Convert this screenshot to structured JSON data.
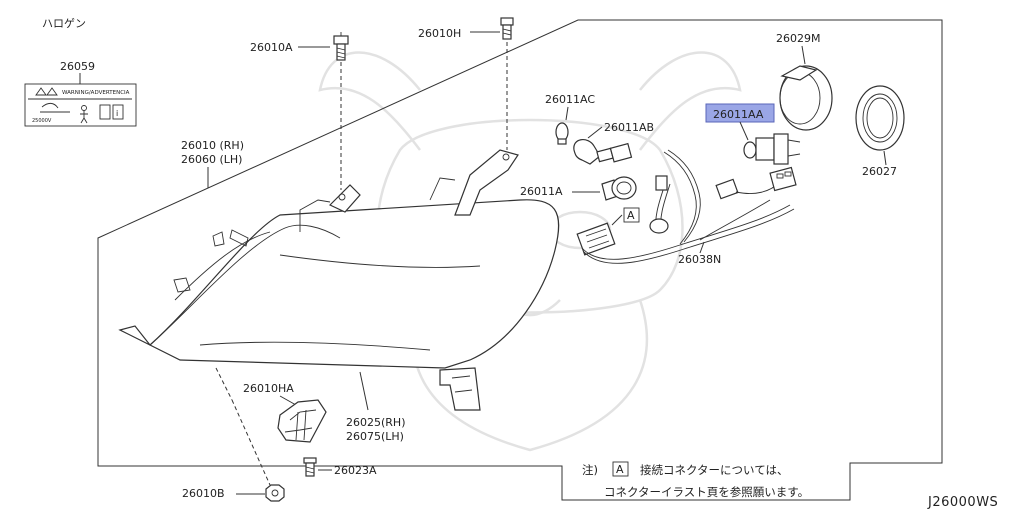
{
  "colors": {
    "highlight_fill": "#9aa6e6",
    "highlight_border": "#5a66b8",
    "line": "#333333",
    "watermark": "#e2e2e2"
  },
  "header": {
    "variant_label": "ハロゲン"
  },
  "labels": {
    "p26010A": "26010A",
    "p26010H": "26010H",
    "p26059": "26059",
    "p26010": "26010 (RH)",
    "p26060": "26060 (LH)",
    "p26011AC": "26011AC",
    "p26011AB": "26011AB",
    "p26011A": "26011A",
    "p26011AA": "26011AA",
    "p26029M": "26029M",
    "p26027": "26027",
    "p26038N": "26038N",
    "p26010HA": "26010HA",
    "p26025": "26025(RH)",
    "p26075": "26075(LH)",
    "p26023A": "26023A",
    "p26010B": "26010B"
  },
  "warning_label": {
    "heading": "WARNING/ADVERTENCIA",
    "voltage": "25000V"
  },
  "connector_marker": "A",
  "note": {
    "prefix": "注)",
    "marker": "A",
    "line1": "接続コネクターについては、",
    "line2": "コネクターイラスト頁を参照願います。"
  },
  "diagram_code": "J26000WS"
}
